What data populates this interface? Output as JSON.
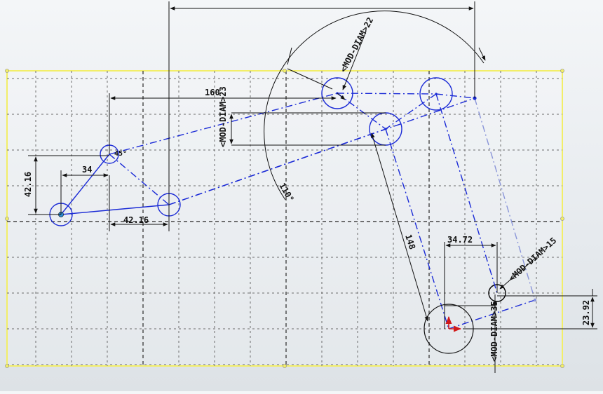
{
  "colors": {
    "background": "#e9edf0",
    "plane_border": "#f2ee68",
    "grid": "#6c6c6c",
    "sketch": "#1a2ad6",
    "dimension": "#111111",
    "selected_point": "#2b8fd6",
    "origin_arrow": "#d11a1a"
  },
  "dimensions": {
    "d_160": "160",
    "d_42_16_vertical": "42.16",
    "d_34": "34",
    "d_42_16_horizontal": "42.16",
    "d_angle_small": "45°",
    "d_mod_diam_22": "<MOD-DIAM>22",
    "d_mod_diam_23": "<MOD-DIAM>23",
    "d_angle_110": "110°",
    "d_148": "148",
    "d_34_72": "34.72",
    "d_mod_diam_15": "<MOD-DIAM>15",
    "d_mod_diam_35": "<MOD-DIAM>35",
    "d_23_92": "23.92"
  }
}
